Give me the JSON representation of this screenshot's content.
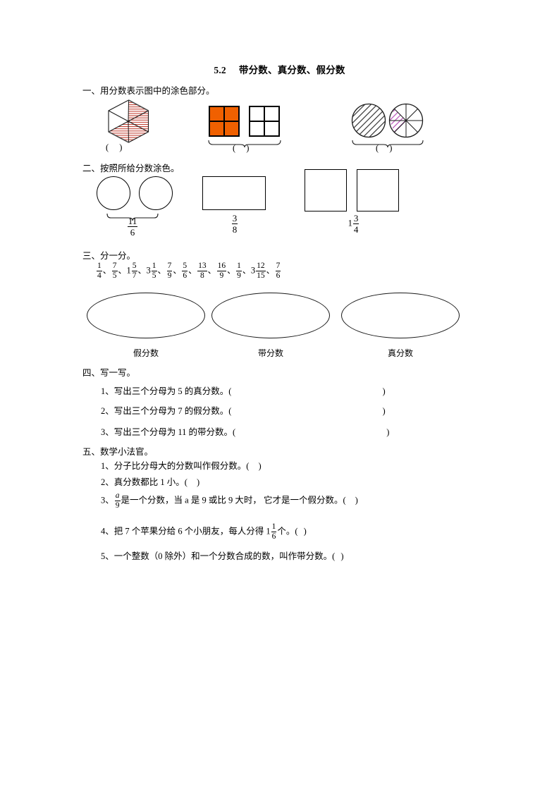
{
  "document": {
    "title_number": "5.2",
    "title_text": "带分数、真分数、假分数"
  },
  "section1": {
    "heading": "一、用分数表示图中的涂色部分。",
    "figures": [
      {
        "name": "hexagon-six-sectors",
        "shape": "hexagon",
        "total_parts": 6,
        "shaded_parts": 4,
        "shade_color": "#c0392b",
        "answer_blank": "(        )"
      },
      {
        "name": "two-square-grids",
        "shape": "square-grid-pair",
        "total_parts_each": 4,
        "shaded_parts": 4,
        "shade_color": "#f06000",
        "answer_blank": "(     )"
      },
      {
        "name": "two-circles-eighths",
        "shape": "circle-pair",
        "left_circle_shaded": "all",
        "right_circle_total_parts": 8,
        "right_circle_shaded_parts": 2,
        "shade_color": "#b03ab0",
        "answer_blank": "(     )"
      }
    ]
  },
  "section2": {
    "heading": "二、按照所给分数涂色。",
    "items": [
      {
        "name": "two-circles",
        "shape": "circle-pair",
        "count": 2,
        "fraction": {
          "whole": "",
          "numerator": "11",
          "denominator": "6"
        },
        "has_brace": true
      },
      {
        "name": "rectangle",
        "shape": "rectangle",
        "count": 1,
        "fraction": {
          "whole": "",
          "numerator": "3",
          "denominator": "8"
        },
        "has_brace": false
      },
      {
        "name": "two-squares",
        "shape": "square-pair",
        "count": 2,
        "fraction": {
          "whole": "1",
          "numerator": "3",
          "denominator": "4"
        },
        "has_brace": false
      }
    ]
  },
  "section3": {
    "heading": "三、分一分。",
    "separator": "、",
    "fractions": [
      {
        "whole": "",
        "numerator": "1",
        "denominator": "4"
      },
      {
        "whole": "",
        "numerator": "7",
        "denominator": "5"
      },
      {
        "whole": "1",
        "numerator": "5",
        "denominator": "7"
      },
      {
        "whole": "3",
        "numerator": "1",
        "denominator": "5"
      },
      {
        "whole": "",
        "numerator": "7",
        "denominator": "9"
      },
      {
        "whole": "",
        "numerator": "5",
        "denominator": "6"
      },
      {
        "whole": "",
        "numerator": "13",
        "denominator": "8"
      },
      {
        "whole": "",
        "numerator": "16",
        "denominator": "9"
      },
      {
        "whole": "",
        "numerator": "1",
        "denominator": "9"
      },
      {
        "whole": "3",
        "numerator": "12",
        "denominator": "15"
      },
      {
        "whole": "",
        "numerator": "7",
        "denominator": "6"
      }
    ],
    "groups": [
      {
        "label": "假分数"
      },
      {
        "label": "带分数"
      },
      {
        "label": "真分数"
      }
    ]
  },
  "section4": {
    "heading": "四、写一写。",
    "questions": [
      {
        "number": "1、",
        "text": "写出三个分母为 5 的真分数。(",
        "close": ")"
      },
      {
        "number": "2、",
        "text": "写出三个分母为 7 的假分数。(",
        "close": ")"
      },
      {
        "number": "3、",
        "text": "写出三个分母为 11 的带分数。(",
        "close": ")"
      }
    ]
  },
  "section5": {
    "heading": "五、数学小法官。",
    "questions": [
      {
        "number": "1、",
        "prefix": "分子比分母大的分数叫作假分数。(",
        "suffix": ")",
        "has_fraction": false
      },
      {
        "number": "2、",
        "prefix": "真分数都比 1 小。(",
        "suffix": ")",
        "has_fraction": false
      },
      {
        "number": "3、",
        "prefix": "",
        "fraction": {
          "whole": "",
          "numerator": "a",
          "denominator": "9",
          "italic_numerator": true
        },
        "middle": "是一个分数，当 a 是 9 或比 9 大时， 它才是一个假分数。(",
        "suffix": ")",
        "has_fraction": true
      },
      {
        "number": "4、",
        "prefix": "把 7 个苹果分给 6 个小朋友，每人分得 1",
        "fraction": {
          "whole": "",
          "numerator": "1",
          "denominator": "6"
        },
        "middle": "个。(",
        "suffix": ")",
        "has_fraction": true
      },
      {
        "number": "5、",
        "prefix": "一个整数（0 除外）和一个分数合成的数，叫作带分数。(",
        "suffix": ")",
        "has_fraction": false
      }
    ]
  }
}
